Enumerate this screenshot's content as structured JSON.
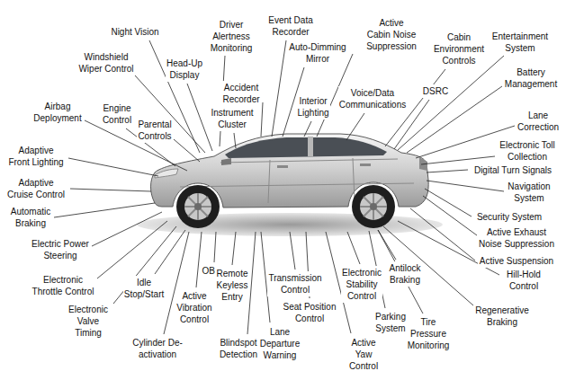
{
  "diagram": {
    "labels": [
      "Night Vision",
      "Windshield Wiper Control",
      "Head-Up Display",
      "Driver Alertness Monitoring",
      "Event Data Recorder",
      "Auto-Dimming Mirror",
      "Active Cabin Noise Suppression",
      "Cabin Environment Controls",
      "Entertainment System",
      "Airbag Deployment",
      "Engine Control",
      "Parental Controls",
      "Accident Recorder",
      "Instrument Cluster",
      "Interior Lighting",
      "Voice/Data Communications",
      "DSRC",
      "Battery Management",
      "Lane Correction",
      "Electronic Toll Collection",
      "Digital Turn Signals",
      "Adaptive Front Lighting",
      "Navigation System",
      "Adaptive Cruise Control",
      "Automatic Braking",
      "Security System",
      "Active Exhaust Noise Suppression",
      "Electric Power Steering",
      "Active Suspension",
      "OBDII",
      "Remote Keyless Entry",
      "Transmission Control",
      "Electronic Stability Control",
      "Antilock Braking",
      "Hill-Hold Control",
      "Electronic Throttle Control",
      "Idle Stop/Start",
      "Active Vibration Control",
      "Seat Position Control",
      "Parking System",
      "Regenerative Braking",
      "Electronic Valve Timing",
      "Tire Pressure Monitoring",
      "Lane Departure Warning",
      "Cylinder De-activation",
      "Blindspot Detection",
      "Active Yaw Control"
    ]
  }
}
